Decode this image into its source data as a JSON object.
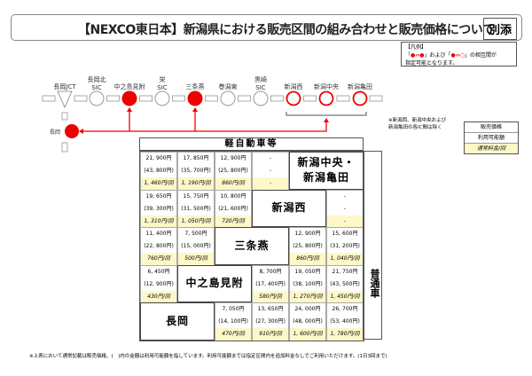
{
  "header": {
    "title": "【NEXCO東日本】新潟県における販売区間の組み合わせと販売価格について",
    "attachment": "別添"
  },
  "legend": {
    "title": "【凡例】",
    "line1_a": "「",
    "line1_b": "●⇔●",
    "line1_c": "」および「",
    "line1_d": "●⇔○",
    "line1_e": "」の相互間が",
    "line2": "指定可能となります。"
  },
  "stations": [
    {
      "name": "長岡JCT",
      "type": "jct"
    },
    {
      "name": "長岡北",
      "sub": "SIC",
      "type": "gray"
    },
    {
      "name": "中之島見附",
      "type": "red"
    },
    {
      "name": "栄",
      "sub": "SIC",
      "type": "gray"
    },
    {
      "name": "三条燕",
      "type": "red"
    },
    {
      "name": "巻潟東",
      "type": "gray"
    },
    {
      "name": "黒崎",
      "sub": "SIC",
      "type": "gray"
    },
    {
      "name": "新潟西",
      "type": "hollow"
    },
    {
      "name": "新潟中央",
      "type": "hollow"
    },
    {
      "name": "新潟亀田",
      "type": "hollow"
    }
  ],
  "nagaoka": {
    "name": "長岡"
  },
  "note": {
    "line1": "※新潟西、新潟中央および",
    "line2": "新潟亀田の各IC間は除く"
  },
  "key": {
    "price": "販売価格",
    "usable": "利用可能額",
    "fee": "通常料金/回"
  },
  "table": {
    "kei_header": "軽自動車等",
    "futsu_header": "普通車",
    "rows": [
      [
        {
          "p": "21, 900円",
          "u": "(43, 800円)",
          "f": "1, 460円/回"
        },
        {
          "p": "17, 850円",
          "u": "(35, 700円)",
          "f": "1, 190円/回"
        },
        {
          "p": "12, 900円",
          "u": "(25, 800円)",
          "f": "860円/回"
        },
        {
          "p": "-",
          "u": "-",
          "f": "-"
        },
        {
          "label": "新潟中央・\n新潟亀田"
        }
      ],
      [
        {
          "p": "19, 650円",
          "u": "(39, 300円)",
          "f": "1, 310円/回"
        },
        {
          "p": "15, 750円",
          "u": "(31, 500円)",
          "f": "1, 050円/回"
        },
        {
          "p": "10, 800円",
          "u": "(21, 600円)",
          "f": "720円/回"
        },
        {
          "label": "新潟西"
        },
        {
          "p": "-",
          "u": "-",
          "f": "-"
        }
      ],
      [
        {
          "p": "11, 400円",
          "u": "(22, 800円)",
          "f": "760円/回"
        },
        {
          "p": "7, 500円",
          "u": "(15, 000円)",
          "f": "500円/回"
        },
        {
          "label": "三条燕"
        },
        {
          "p": "12, 900円",
          "u": "(25, 800円)",
          "f": "860円/回"
        },
        {
          "p": "15, 600円",
          "u": "(31, 200円)",
          "f": "1, 040円/回"
        }
      ],
      [
        {
          "p": "6, 450円",
          "u": "(12, 900円)",
          "f": "430円/回"
        },
        {
          "label": "中之島見附"
        },
        {
          "p": "8, 700円",
          "u": "(17, 400円)",
          "f": "580円/回"
        },
        {
          "p": "19, 050円",
          "u": "(38, 100円)",
          "f": "1, 270円/回"
        },
        {
          "p": "21, 750円",
          "u": "(43, 500円)",
          "f": "1, 450円/回"
        }
      ],
      [
        {
          "label": "長岡"
        },
        {
          "p": "7, 050円",
          "u": "(14, 100円)",
          "f": "470円/回"
        },
        {
          "p": "13, 650円",
          "u": "(27, 300円)",
          "f": "910円/回"
        },
        {
          "p": "24, 000円",
          "u": "(48, 000円)",
          "f": "1, 600円/回"
        },
        {
          "p": "26, 700円",
          "u": "(53, 400円)",
          "f": "1, 780円/回"
        }
      ]
    ]
  },
  "footnote": "※上表において通常記載は販売価格、(　)内の金額は利用可能額を指しています。利用可能額までは指定区間内を追加料金なしでご利用いただけます。(1日3回まで)"
}
